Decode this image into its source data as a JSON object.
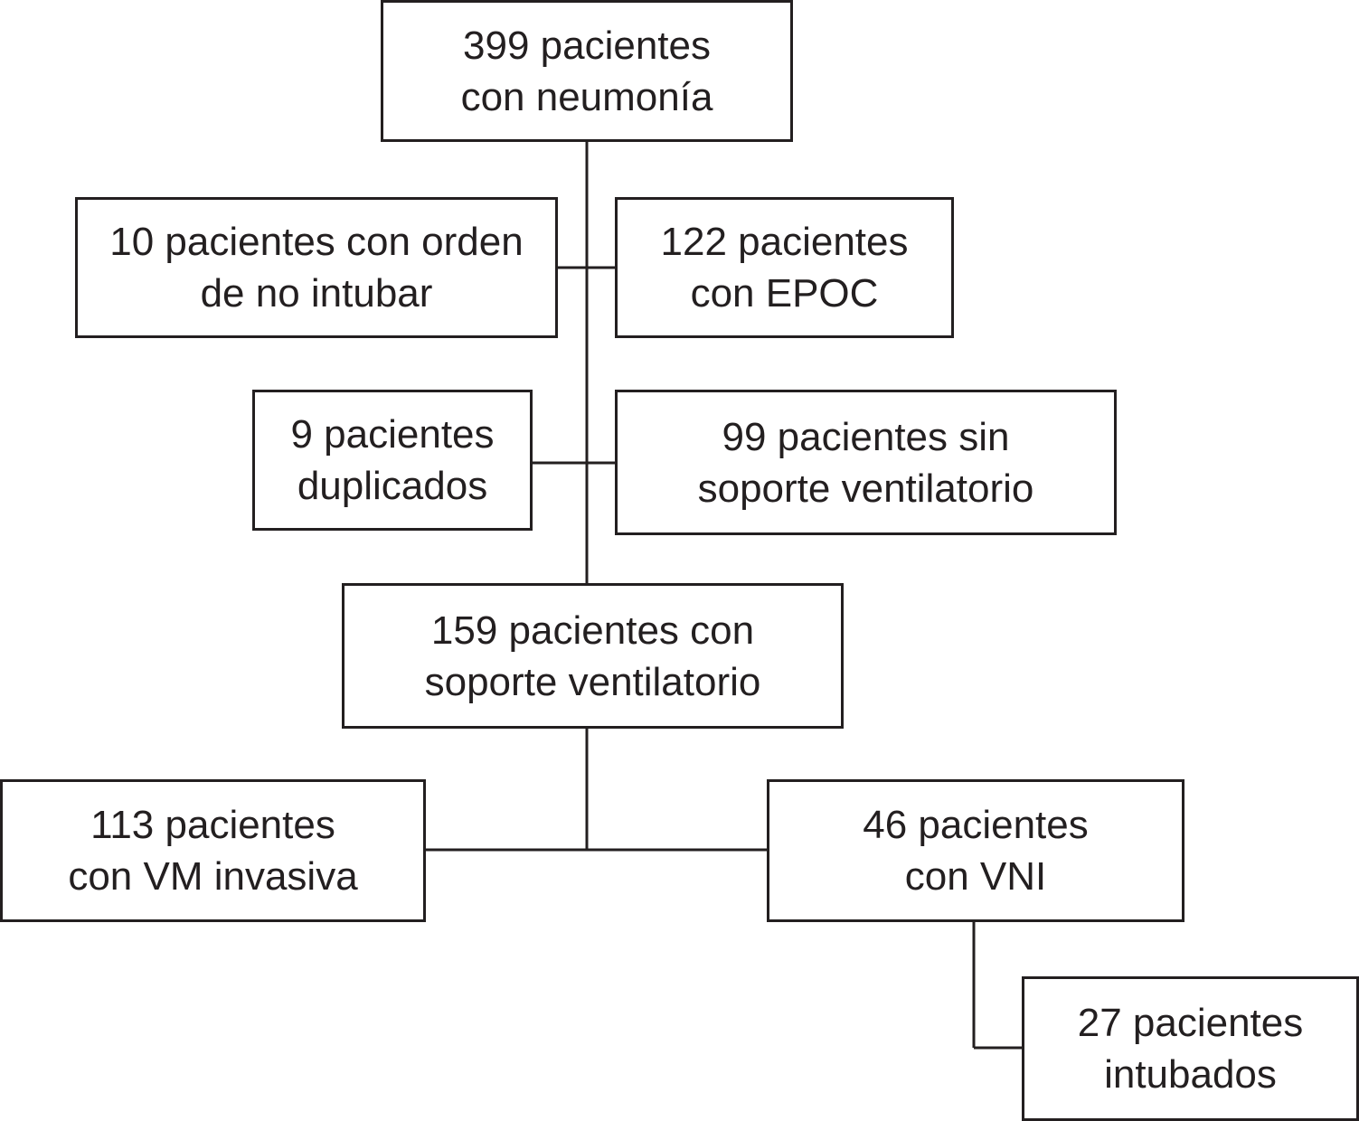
{
  "boxes": {
    "total": {
      "line1": "399 pacientes",
      "line2": "con neumonía"
    },
    "no_intubar": {
      "line1": "10 pacientes con orden",
      "line2": "de no intubar"
    },
    "epoc": {
      "line1": "122 pacientes",
      "line2": "con EPOC"
    },
    "duplicados": {
      "line1": "9 pacientes",
      "line2": "duplicados"
    },
    "sin_soporte": {
      "line1": "99 pacientes sin",
      "line2": "soporte ventilatorio"
    },
    "con_soporte": {
      "line1": "159 pacientes con",
      "line2": "soporte ventilatorio"
    },
    "vm_invasiva": {
      "line1": "113 pacientes",
      "line2": "con VM invasiva"
    },
    "vni": {
      "line1": "46 pacientes",
      "line2": "con VNI"
    },
    "intubados": {
      "line1": "27 pacientes",
      "line2": "intubados"
    }
  }
}
